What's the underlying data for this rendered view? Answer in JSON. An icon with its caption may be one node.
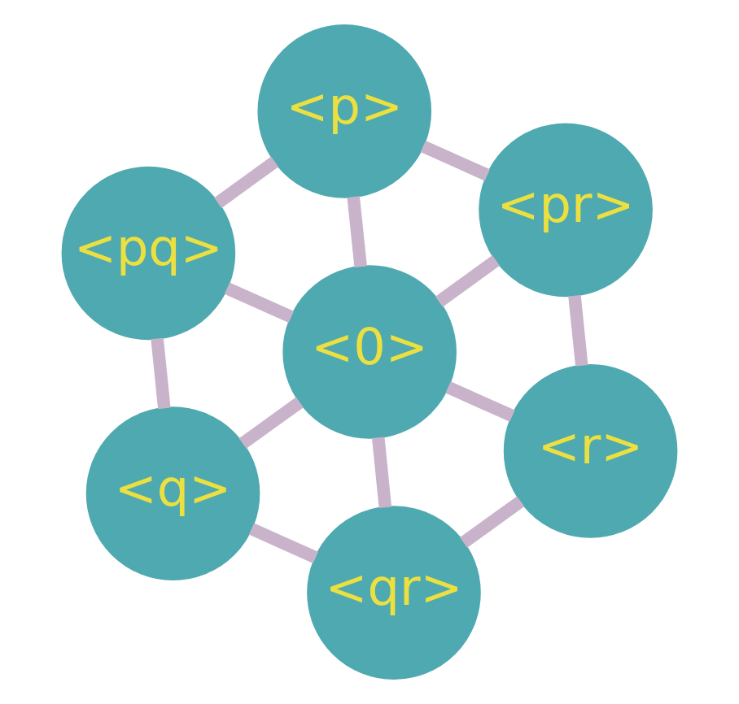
{
  "diagram": {
    "nodes": [
      {
        "text": [
          "<p>"
        ]
      },
      {
        "text": [
          "<pr>"
        ]
      },
      {
        "text": [
          "<pq>"
        ]
      },
      {
        "text": [
          "<0>"
        ]
      },
      {
        "text": [
          "<r>"
        ]
      },
      {
        "text": [
          "<q>"
        ]
      },
      {
        "text": [
          "<qr>"
        ]
      }
    ],
    "edges": [
      {
        "from": 0,
        "to": 1,
        "arrow": "none"
      },
      {
        "from": 0,
        "to": 2,
        "arrow": "none"
      },
      {
        "from": 0,
        "to": 3,
        "arrow": "none"
      },
      {
        "from": 1,
        "to": 3,
        "arrow": "none"
      },
      {
        "from": 2,
        "to": 3,
        "arrow": "none"
      },
      {
        "from": 1,
        "to": 4,
        "arrow": "none"
      },
      {
        "from": 2,
        "to": 5,
        "arrow": "none"
      },
      {
        "from": 3,
        "to": 4,
        "arrow": "none"
      },
      {
        "from": 3,
        "to": 5,
        "arrow": "none"
      },
      {
        "from": 3,
        "to": 6,
        "arrow": "none"
      },
      {
        "from": 4,
        "to": 6,
        "arrow": "none"
      },
      {
        "from": 5,
        "to": 6,
        "arrow": "none"
      }
    ]
  }
}
